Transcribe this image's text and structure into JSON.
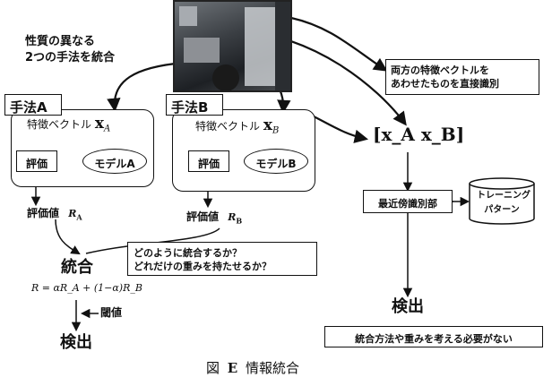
{
  "note_left": {
    "line1": "性質の異なる",
    "line2": "2つの手法を統合"
  },
  "method_a": {
    "title": "手法A",
    "feature_label": "特徴ベクトル",
    "feature_symbol": "x",
    "feature_sub": "A",
    "eval_label": "評価",
    "model_label": "モデルA",
    "score_label": "評価値",
    "score_symbol": "R",
    "score_sub": "A"
  },
  "method_b": {
    "title": "手法B",
    "feature_label": "特徴ベクトル",
    "feature_symbol": "x",
    "feature_sub": "B",
    "eval_label": "評価",
    "model_label": "モデルB",
    "score_label": "評価値",
    "score_symbol": "R",
    "score_sub": "B"
  },
  "question": {
    "line1": "どのように統合するか？",
    "line2": "どれだけの重みを持たせるか？"
  },
  "integration": {
    "label": "統合",
    "formula": "R = αR_A + (1−α)R_B",
    "threshold_label": "閾値",
    "detect_label": "検出"
  },
  "right_panel": {
    "note_line1": "両方の特徴ベクトルを",
    "note_line2": "あわせたものを直接識別",
    "vector_text": "[x_A x_B]",
    "classifier_label": "最近傍識別部",
    "training_line1": "トレーニング",
    "training_line2": "パターン",
    "detect_label": "検出",
    "bottom_note": "統合方法や重みを考える必要がない"
  },
  "caption": {
    "prefix": "図",
    "number": "E",
    "title": "情報統合"
  }
}
